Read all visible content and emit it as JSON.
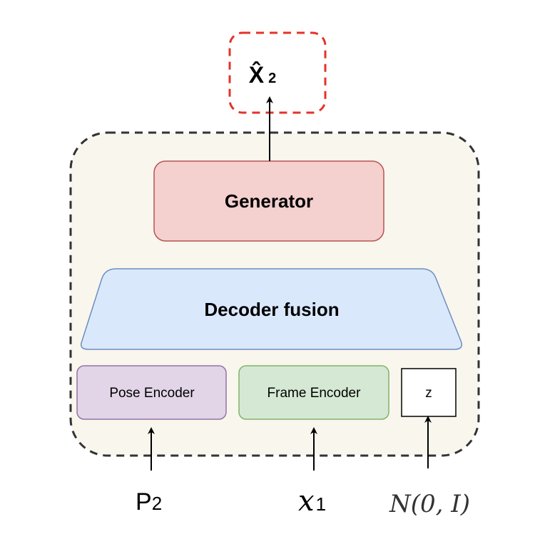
{
  "output": {
    "symbol": "X̂",
    "subscript": "2"
  },
  "blocks": {
    "generator": "Generator",
    "decoder_fusion": "Decoder fusion",
    "pose_encoder": "Pose Encoder",
    "frame_encoder": "Frame Encoder",
    "z": "z"
  },
  "inputs": {
    "pose": {
      "base": "P",
      "sub": "2"
    },
    "frame": {
      "base": "𝑥",
      "sub": "1"
    },
    "noise": "N(0, I)"
  },
  "colors": {
    "container_fill": "#f9f6ee",
    "container_stroke": "#333333",
    "output_stroke": "#e3332b",
    "generator_fill": "#f4d0cf",
    "generator_stroke": "#b85450",
    "decoder_fill": "#dae8fc",
    "decoder_stroke": "#6c8ebf",
    "pose_fill": "#e1d5e7",
    "pose_stroke": "#9673a6",
    "frame_fill": "#d5e8d4",
    "frame_stroke": "#82b366"
  }
}
